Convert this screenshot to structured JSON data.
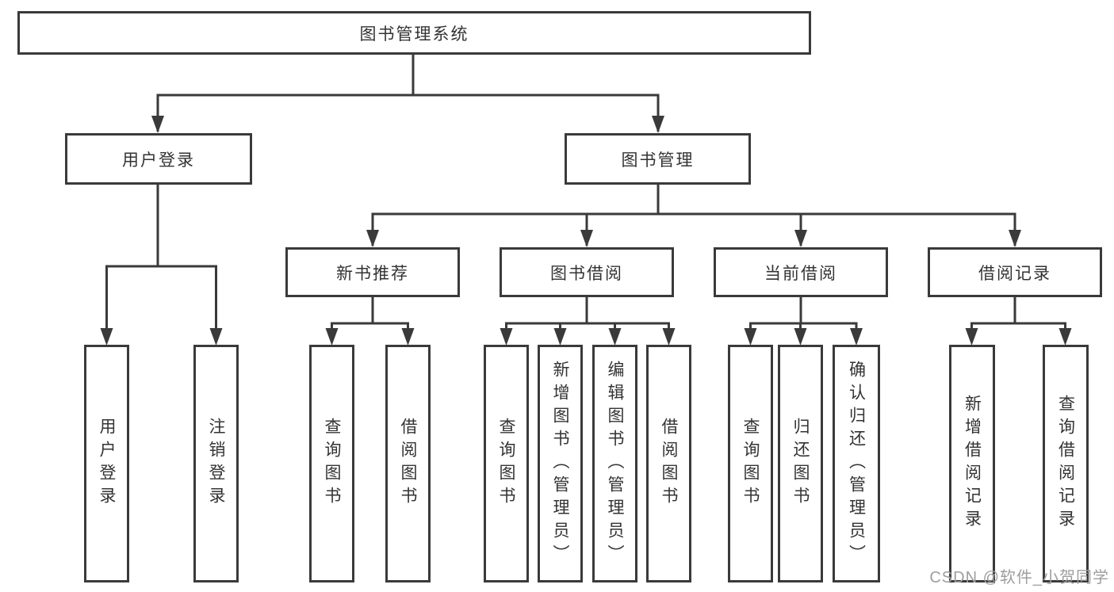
{
  "tree": {
    "root": {
      "label": "图书管理系统",
      "children": [
        {
          "label": "用户登录",
          "children": [
            {
              "label": "用户登录"
            },
            {
              "label": "注销登录"
            }
          ]
        },
        {
          "label": "图书管理",
          "children": [
            {
              "label": "新书推荐",
              "children": [
                {
                  "label": "查询图书"
                },
                {
                  "label": "借阅图书"
                }
              ]
            },
            {
              "label": "图书借阅",
              "children": [
                {
                  "label": "查询图书"
                },
                {
                  "label": "新增图书（管理员）"
                },
                {
                  "label": "编辑图书（管理员）"
                },
                {
                  "label": "借阅图书"
                }
              ]
            },
            {
              "label": "当前借阅",
              "children": [
                {
                  "label": "查询图书"
                },
                {
                  "label": "归还图书"
                },
                {
                  "label": "确认归还（管理员）"
                }
              ]
            },
            {
              "label": "借阅记录",
              "children": [
                {
                  "label": "新增借阅记录"
                },
                {
                  "label": "查询借阅记录"
                }
              ]
            }
          ]
        }
      ]
    }
  },
  "watermark": "CSDN @软件_小贺同学",
  "colors": {
    "line": "#3a3a3a",
    "text": "#333333",
    "watermark": "#9e9e9e",
    "background": "#ffffff"
  }
}
